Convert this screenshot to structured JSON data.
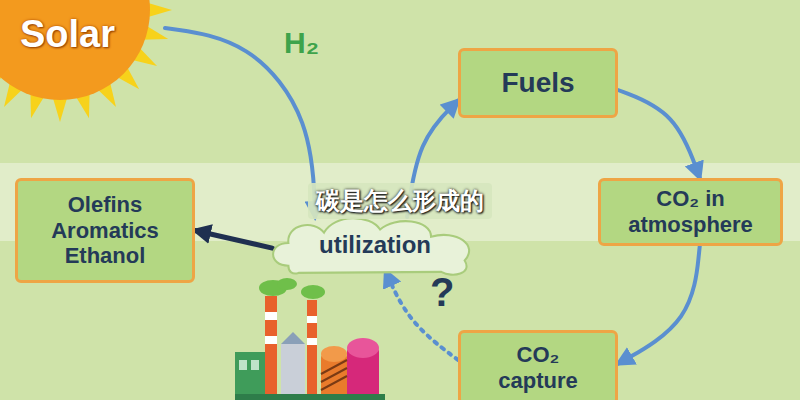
{
  "diagram": {
    "title": "碳是怎么形成的",
    "nodes": [
      {
        "text": [
          "Solar"
        ]
      },
      {
        "text": [
          "Olefins Aromatics Ethanol"
        ]
      },
      {
        "text": [
          "utilization"
        ]
      },
      {
        "text": [
          "Fuels"
        ]
      },
      {
        "text": [
          "CO₂ in atmosphere"
        ]
      },
      {
        "text": [
          "CO₂ capture"
        ]
      }
    ],
    "edges": [
      {
        "from": 0,
        "to": 2,
        "label": "H₂",
        "arrow": "to"
      },
      {
        "from": 2,
        "to": 3,
        "arrow": "to"
      },
      {
        "from": 3,
        "to": 4,
        "arrow": "to"
      },
      {
        "from": 4,
        "to": 5,
        "arrow": "to"
      },
      {
        "from": 5,
        "to": 2,
        "label": "?",
        "arrow": "to"
      },
      {
        "from": 2,
        "to": 1,
        "arrow": "to"
      }
    ]
  }
}
